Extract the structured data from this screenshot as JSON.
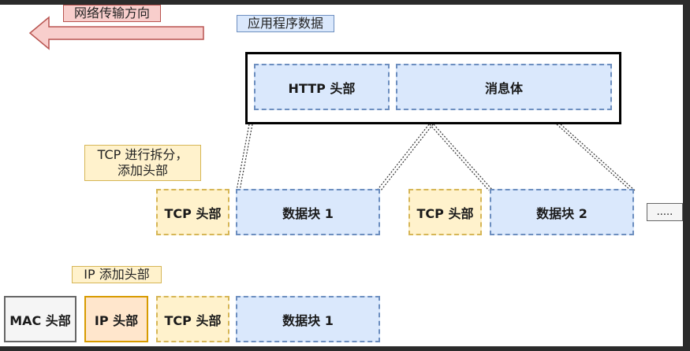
{
  "labels": {
    "direction": "网络传输方向",
    "app_data": "应用程序数据",
    "tcp_split_line1": "TCP 进行拆分，",
    "tcp_split_line2": "添加头部",
    "ip_add_header": "IP 添加头部"
  },
  "boxes": {
    "http_header": "HTTP 头部",
    "message_body": "消息体",
    "tcp_header": "TCP 头部",
    "data_block_1": "数据块 1",
    "data_block_2": "数据块 2",
    "ellipsis": ".....",
    "mac_header": "MAC 头部",
    "ip_header": "IP 头部"
  },
  "colors": {
    "blue_fill": "#dae8fc",
    "blue_border": "#6c8ebf",
    "yellow_fill": "#fff2cc",
    "yellow_border": "#d6b656",
    "orange_fill": "#ffe6cc",
    "orange_border": "#d79b00",
    "arrow_fill": "#f8cecc",
    "arrow_border": "#b85450"
  }
}
